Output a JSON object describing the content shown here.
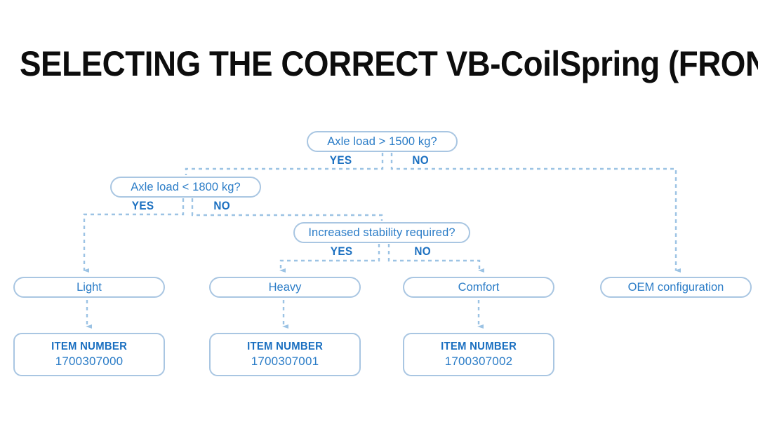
{
  "title": "SELECTING THE CORRECT VB-CoilSpring (FRONT AXLE)",
  "colors": {
    "title": "#0d0d0d",
    "node_text": "#2a7cc7",
    "label_text": "#1a6fc0",
    "border": "#a9c6e2",
    "wire": "#9cc3e4",
    "background": "#ffffff"
  },
  "diagram": {
    "type": "decision-flowchart",
    "decisions": [
      {
        "id": "d1",
        "text": "Axle load > 1500 kg?",
        "yes_label": "YES",
        "no_label": "NO",
        "yes_target": "d2",
        "no_target": "r4"
      },
      {
        "id": "d2",
        "text": "Axle load < 1800 kg?",
        "yes_label": "YES",
        "no_label": "NO",
        "yes_target": "r1",
        "no_target": "d3"
      },
      {
        "id": "d3",
        "text": "Increased stability required?",
        "yes_label": "YES",
        "no_label": "NO",
        "yes_target": "r2",
        "no_target": "r3"
      }
    ],
    "results": [
      {
        "id": "r1",
        "text": "Light"
      },
      {
        "id": "r2",
        "text": "Heavy"
      },
      {
        "id": "r3",
        "text": "Comfort"
      },
      {
        "id": "r4",
        "text": "OEM configuration"
      }
    ],
    "item_boxes": [
      {
        "id": "i1",
        "heading": "ITEM NUMBER",
        "number": "1700307000",
        "from": "r1"
      },
      {
        "id": "i2",
        "heading": "ITEM NUMBER",
        "number": "1700307001",
        "from": "r2"
      },
      {
        "id": "i3",
        "heading": "ITEM NUMBER",
        "number": "1700307002",
        "from": "r3"
      }
    ]
  }
}
